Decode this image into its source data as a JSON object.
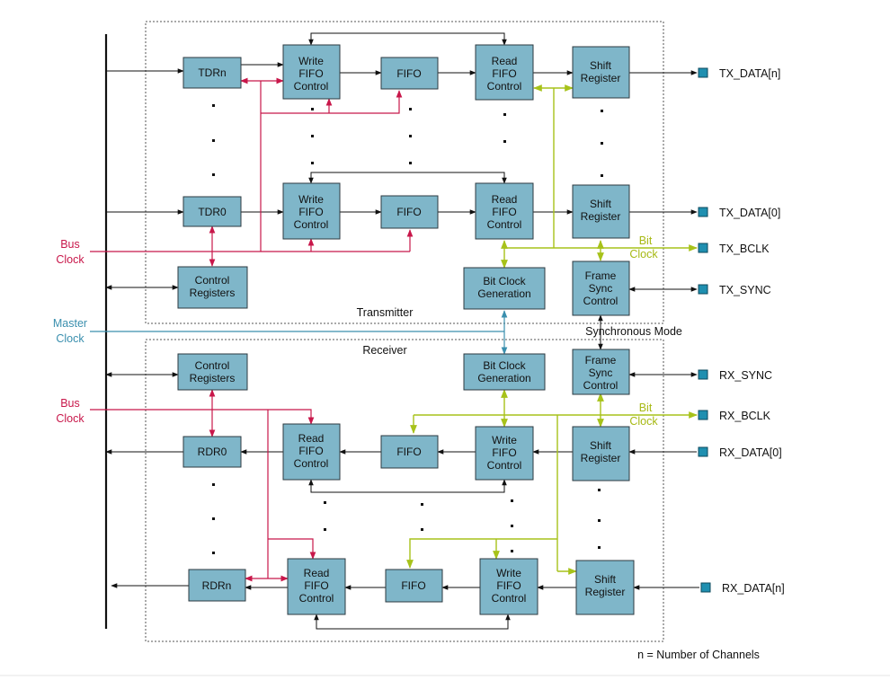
{
  "blocks": {
    "tdrn": "TDRn",
    "tdr0": "TDR0",
    "tx_write_fifo_n": [
      "Write",
      "FIFO",
      "Control"
    ],
    "tx_fifo_n": "FIFO",
    "tx_read_fifo_n": [
      "Read",
      "FIFO",
      "Control"
    ],
    "tx_shift_n": [
      "Shift",
      "Register"
    ],
    "tx_write_fifo_0": [
      "Write",
      "FIFO",
      "Control"
    ],
    "tx_fifo_0": "FIFO",
    "tx_read_fifo_0": [
      "Read",
      "FIFO",
      "Control"
    ],
    "tx_shift_0": [
      "Shift",
      "Register"
    ],
    "tx_control_regs": [
      "Control",
      "Registers"
    ],
    "tx_bit_clock": [
      "Bit Clock",
      "Generation"
    ],
    "tx_frame_sync": [
      "Frame",
      "Sync",
      "Control"
    ],
    "rx_control_regs": [
      "Control",
      "Registers"
    ],
    "rx_bit_clock": [
      "Bit Clock",
      "Generation"
    ],
    "rx_frame_sync": [
      "Frame",
      "Sync",
      "Control"
    ],
    "rdr0": "RDR0",
    "rx_read_fifo_0": [
      "Read",
      "FIFO",
      "Control"
    ],
    "rx_fifo_0": "FIFO",
    "rx_write_fifo_0": [
      "Write",
      "FIFO",
      "Control"
    ],
    "rx_shift_0": [
      "Shift",
      "Register"
    ],
    "rdrn": "RDRn",
    "rx_read_fifo_n": [
      "Read",
      "FIFO",
      "Control"
    ],
    "rx_fifo_n": "FIFO",
    "rx_write_fifo_n": [
      "Write",
      "FIFO",
      "Control"
    ],
    "rx_shift_n": [
      "Shift",
      "Register"
    ]
  },
  "labels": {
    "transmitter": "Transmitter",
    "receiver": "Receiver",
    "synchronous_mode": "Synchronous Mode",
    "bus_clock_tx": [
      "Bus",
      "Clock"
    ],
    "bus_clock_rx": [
      "Bus",
      "Clock"
    ],
    "master_clock": [
      "Master",
      "Clock"
    ],
    "bit_clock_tx": [
      "Bit",
      "Clock"
    ],
    "bit_clock_rx": [
      "Bit",
      "Clock"
    ],
    "footnote": "n = Number of Channels"
  },
  "pins": {
    "tx_data_n": "TX_DATA[n]",
    "tx_data_0": "TX_DATA[0]",
    "tx_bclk": "TX_BCLK",
    "tx_sync": "TX_SYNC",
    "rx_sync": "RX_SYNC",
    "rx_bclk": "RX_BCLK",
    "rx_data_0": "RX_DATA[0]",
    "rx_data_n": "RX_DATA[n]"
  },
  "colors": {
    "block_fill": "#7fb6c9",
    "bus_clock": "#c8174a",
    "bit_clock": "#a7c21a",
    "master_clock": "#3a8fae",
    "pin": "#1f8fb0"
  }
}
